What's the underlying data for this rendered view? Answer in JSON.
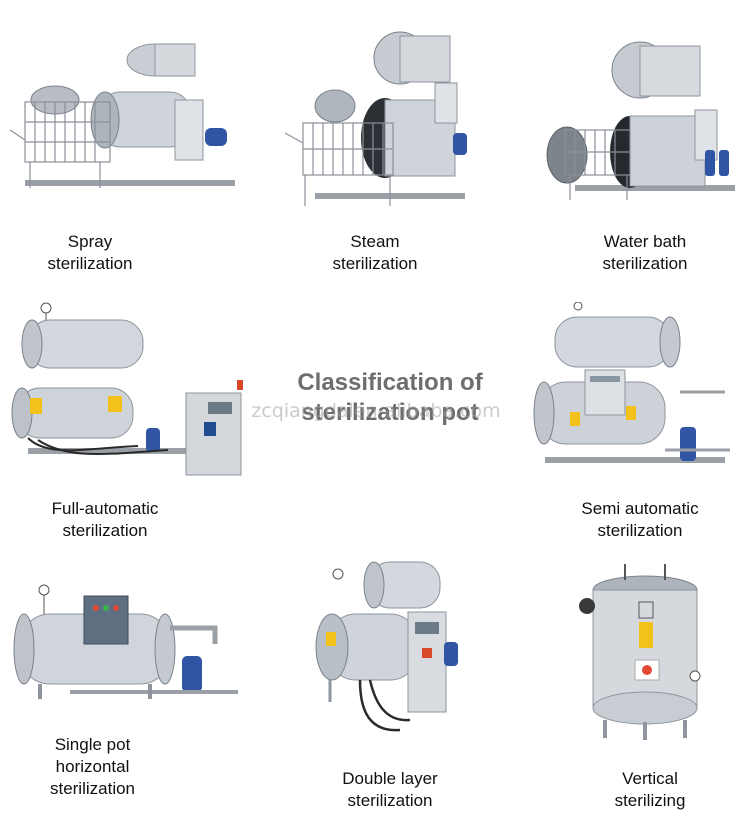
{
  "title": {
    "line1": "Classification of",
    "line2": "sterilization pot"
  },
  "watermark": "zcqiangdalen-alibaba.com",
  "items": [
    {
      "line1": "Spray",
      "line2": "sterilization"
    },
    {
      "line1": "Steam",
      "line2": "sterilization"
    },
    {
      "line1": "Water bath",
      "line2": "sterilization"
    },
    {
      "line1": "Full-automatic",
      "line2": "sterilization"
    },
    {
      "line1": "Semi automatic",
      "line2": "sterilization"
    },
    {
      "line1": "Single pot",
      "line2": "horizontal",
      "line3": "sterilization"
    },
    {
      "line1": "Double layer",
      "line2": "sterilization"
    },
    {
      "line1": "Vertical",
      "line2": "sterilizing"
    }
  ]
}
